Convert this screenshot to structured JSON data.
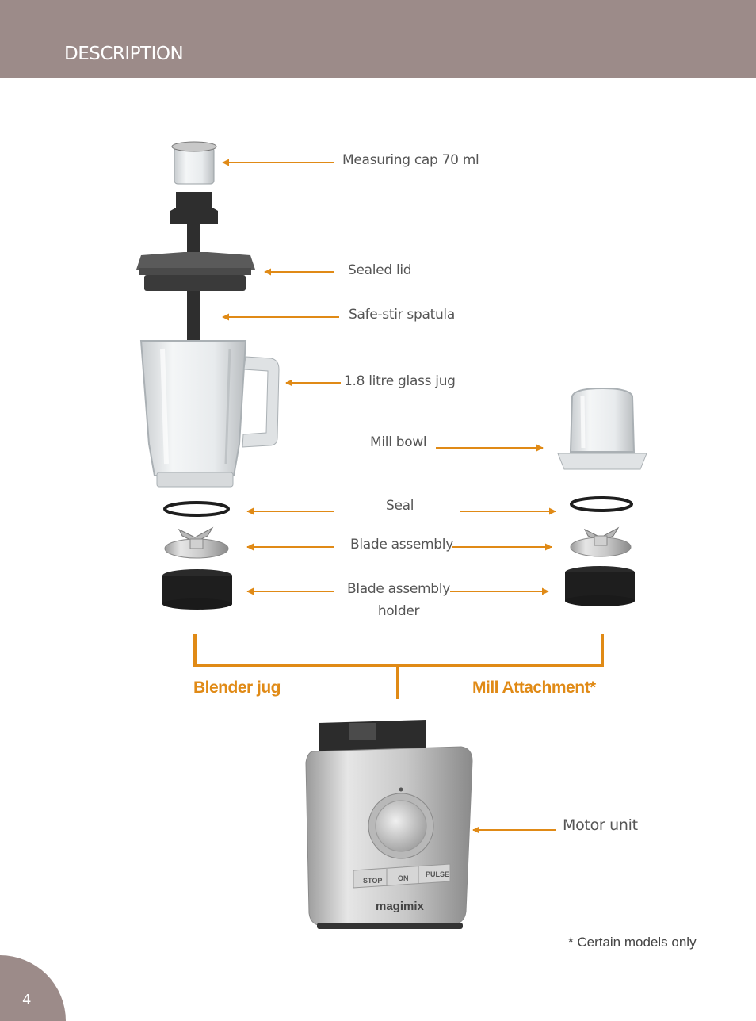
{
  "header": {
    "title": "DESCRIPTION"
  },
  "labels": {
    "measuring_cap": "Measuring cap 70 ml",
    "sealed_lid": "Sealed lid",
    "spatula": "Safe-stir spatula",
    "jug": "1.8 litre glass jug",
    "mill_bowl": "Mill bowl",
    "seal": "Seal",
    "blade_assembly": "Blade assembly",
    "blade_holder_line1": "Blade assembly",
    "blade_holder_line2": "holder",
    "motor_unit": "Motor unit"
  },
  "sections": {
    "blender_jug": "Blender jug",
    "mill_attachment": "Mill Attachment*"
  },
  "motor_buttons": {
    "stop": "STOP",
    "on": "ON",
    "pulse": "PULSE"
  },
  "brand": "magimix",
  "footnote": "* Certain models only",
  "page_number": "4",
  "colors": {
    "accent": "#e08a16",
    "header": "#9c8b89",
    "text": "#555555"
  }
}
